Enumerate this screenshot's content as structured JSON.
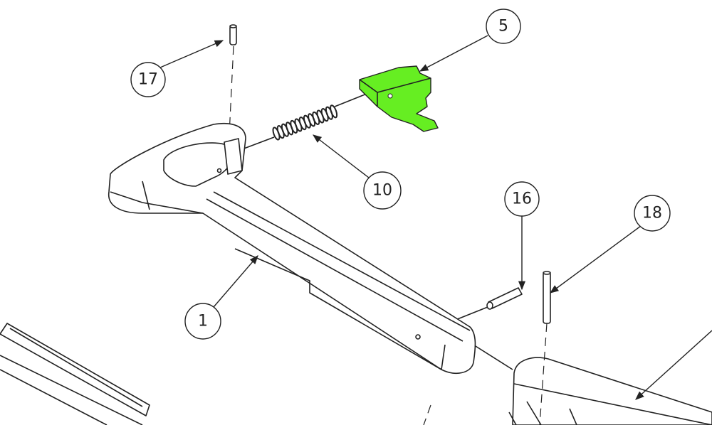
{
  "diagram": {
    "highlight_color": "#66ee22",
    "callouts": [
      {
        "id": "17",
        "label": "17"
      },
      {
        "id": "5",
        "label": "5"
      },
      {
        "id": "10",
        "label": "10"
      },
      {
        "id": "16",
        "label": "16"
      },
      {
        "id": "18",
        "label": "18"
      },
      {
        "id": "1",
        "label": "1"
      }
    ]
  }
}
